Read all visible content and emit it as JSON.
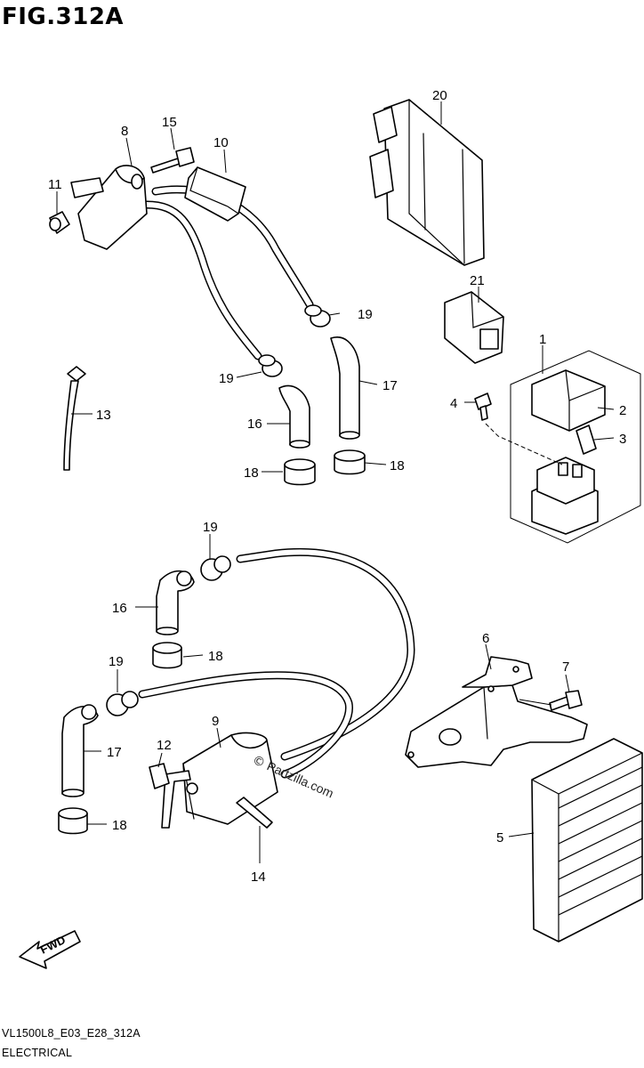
{
  "figure": {
    "title": "FIG.312A",
    "model_code": "VL1500L8_E03_E28_312A",
    "section": "ELECTRICAL",
    "watermark": "Partzilla.com",
    "watermark_mark": "©",
    "fwd_label": "FWD"
  },
  "callouts": {
    "c1": "1",
    "c2": "2",
    "c3": "3",
    "c4": "4",
    "c5": "5",
    "c6": "6",
    "c7": "7",
    "c8": "8",
    "c9": "9",
    "c10": "10",
    "c11": "11",
    "c12": "12",
    "c13": "13",
    "c14": "14",
    "c15": "15",
    "c16a": "16",
    "c16b": "16",
    "c17a": "17",
    "c17b": "17",
    "c18a": "18",
    "c18b": "18",
    "c18c": "18",
    "c18d": "18",
    "c19a": "19",
    "c19b": "19",
    "c19c": "19",
    "c19d": "19",
    "c20": "20",
    "c21": "21"
  }
}
